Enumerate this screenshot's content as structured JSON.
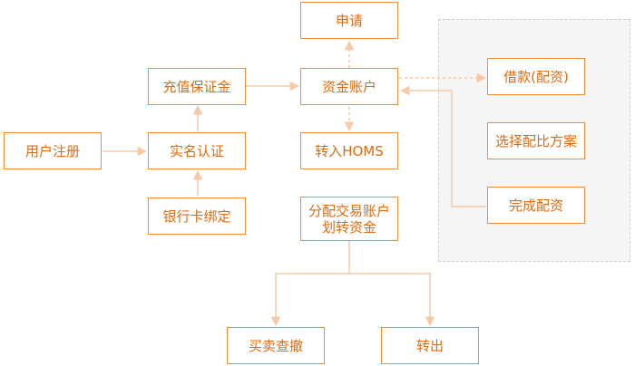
{
  "nodes": {
    "apply": "申请",
    "fund_account": "资金账户",
    "transfer_in_homs": "转入HOMS",
    "allocate": "分配交易账户\n划转资金",
    "deposit_margin": "充值保证金",
    "real_name": "实名认证",
    "user_register": "用户注册",
    "bank_bind": "银行卡绑定",
    "borrow": "借款(配资)",
    "choose_plan": "选择配比方案",
    "finish": "完成配资",
    "trade": "买卖查撤",
    "transfer_out": "转出"
  },
  "colors": {
    "accent": "#f08c3a",
    "text": "#e06a10",
    "connector": "#f7c9a5",
    "panel_bg": "#f5f5f5",
    "panel_border": "#cfcfcf"
  }
}
